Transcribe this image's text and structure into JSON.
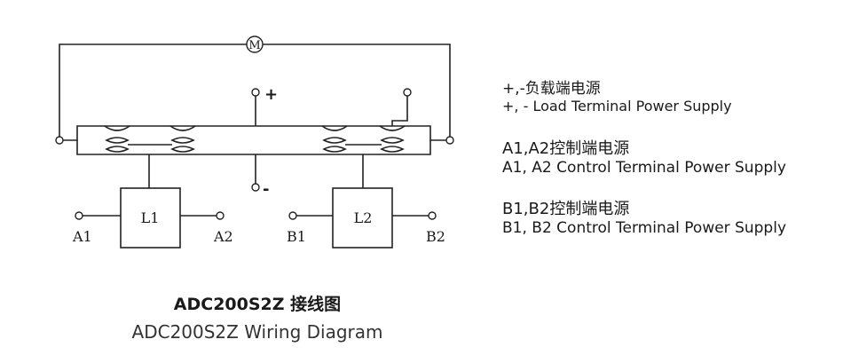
{
  "diagram": {
    "motor_symbol": "M",
    "plus_sign": "+",
    "minus_sign": "-",
    "coil_left": "L1",
    "coil_right": "L2",
    "terminal_a1": "A1",
    "terminal_a2": "A2",
    "terminal_b1": "B1",
    "terminal_b2": "B2"
  },
  "legend": [
    {
      "zh": "+,-负载端电源",
      "en": "+, - Load Terminal Power Supply"
    },
    {
      "zh": "A1,A2控制端电源",
      "en": "A1, A2 Control Terminal Power Supply"
    },
    {
      "zh": "B1,B2控制端电源",
      "en": "B1, B2 Control Terminal Power Supply"
    }
  ],
  "caption": {
    "zh": "ADC200S2Z 接线图",
    "en": "ADC200S2Z Wiring Diagram"
  }
}
